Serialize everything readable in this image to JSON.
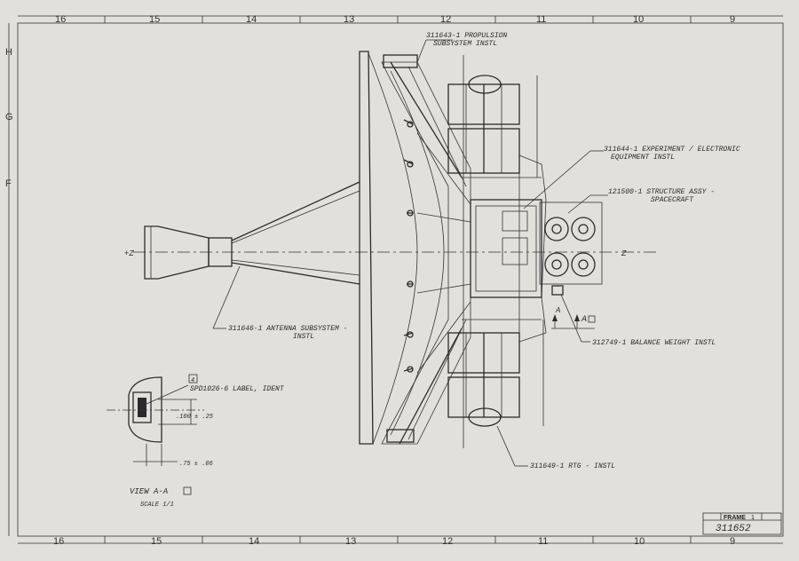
{
  "drawing": {
    "ruler_top": [
      "16",
      "15",
      "14",
      "13",
      "12",
      "11",
      "10",
      "9"
    ],
    "ruler_bottom": [
      "16",
      "15",
      "14",
      "13",
      "12",
      "11",
      "10",
      "9"
    ],
    "ruler_left": [
      "H",
      "G",
      "F"
    ],
    "callouts": {
      "propulsion_l1": "311643-1 PROPULSION",
      "propulsion_l2": "SUBSYSTEM INSTL",
      "experiment_l1": "311644-1 EXPERIMENT / ELECTRONIC",
      "experiment_l2": "EQUIPMENT INSTL",
      "structure_l1": "121500-1 STRUCTURE ASSY -",
      "structure_l2": "SPACECRAFT",
      "antenna_l1": "311646-1 ANTENNA SUBSYSTEM -",
      "antenna_l2": "INSTL",
      "balance": "312749-1 BALANCE WEIGHT INSTL",
      "rtg": "311649-1 RTG - INSTL",
      "label_ident": "SPD1026-6 LABEL, IDENT",
      "dim_1": ".100 ± .25",
      "dim_2": ".75 ± .06",
      "note_flag": "4",
      "axis_neg": "+Z",
      "axis_pos": "Z",
      "section_letter": "A"
    },
    "view_title": "VIEW A-A",
    "view_scale": "SCALE 1/1",
    "title_block": {
      "frame_label": "FRAME",
      "frame_num": "1",
      "drawing_number": "311652"
    }
  }
}
